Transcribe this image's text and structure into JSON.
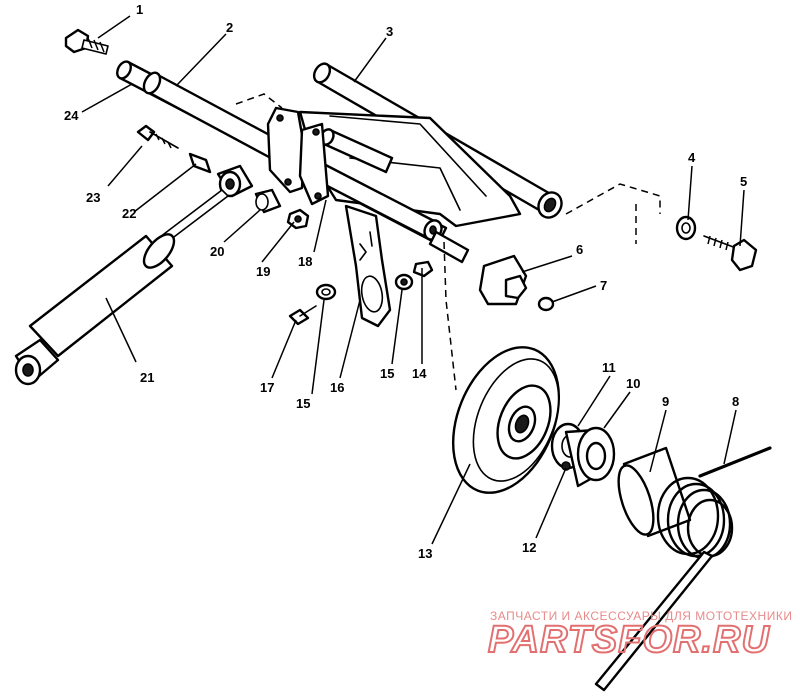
{
  "callouts": {
    "p1": "1",
    "p2": "2",
    "p3": "3",
    "p4": "4",
    "p5": "5",
    "p6": "6",
    "p7": "7",
    "p8": "8",
    "p9": "9",
    "p10": "10",
    "p11": "11",
    "p12": "12",
    "p13": "13",
    "p14": "14",
    "p15a": "15",
    "p15b": "15",
    "p16": "16",
    "p17": "17",
    "p18": "18",
    "p19": "19",
    "p20": "20",
    "p21": "21",
    "p22": "22",
    "p23": "23",
    "p24": "24"
  },
  "watermark": {
    "tagline": "ЗАПЧАСТИ И АКСЕССУАРЫ ДЛЯ МОТОТЕХНИКИ",
    "brand": "PARTSFOR.RU"
  },
  "colors": {
    "ink": "#000000",
    "watermark": "#e37070"
  }
}
